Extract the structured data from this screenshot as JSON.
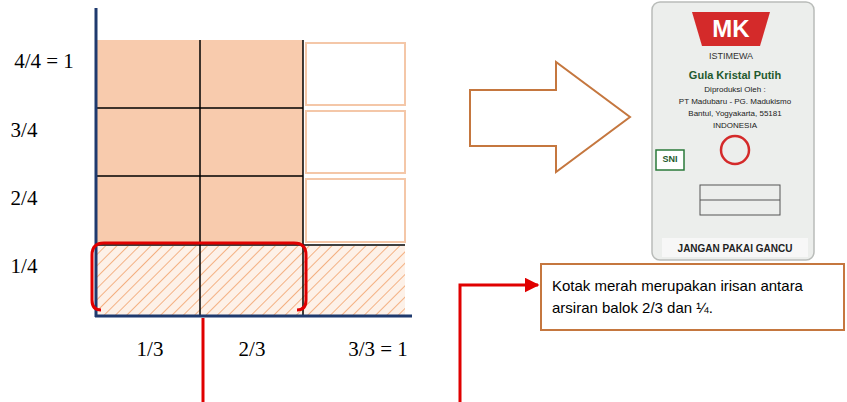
{
  "diagram": {
    "nodes": [
      {
        "text": [
          "Kotak merah merupakan irisan antara arsiran balok 2/3 dan ¼."
        ]
      }
    ],
    "labels": [
      "4/4 = 1",
      "3/4",
      "2/4",
      "1/4",
      "1/3",
      "2/3",
      "3/3 = 1",
      "MK",
      "ISTIMEWA",
      "Gula Kristal Putih",
      "Diproduksi Oleh :",
      "PT Madubaru - PG. Madukismo",
      "Bantul, Yogyakarta, 55181",
      "INDONESIA",
      "SNI",
      "JANGAN PAKAI GANCU"
    ]
  }
}
